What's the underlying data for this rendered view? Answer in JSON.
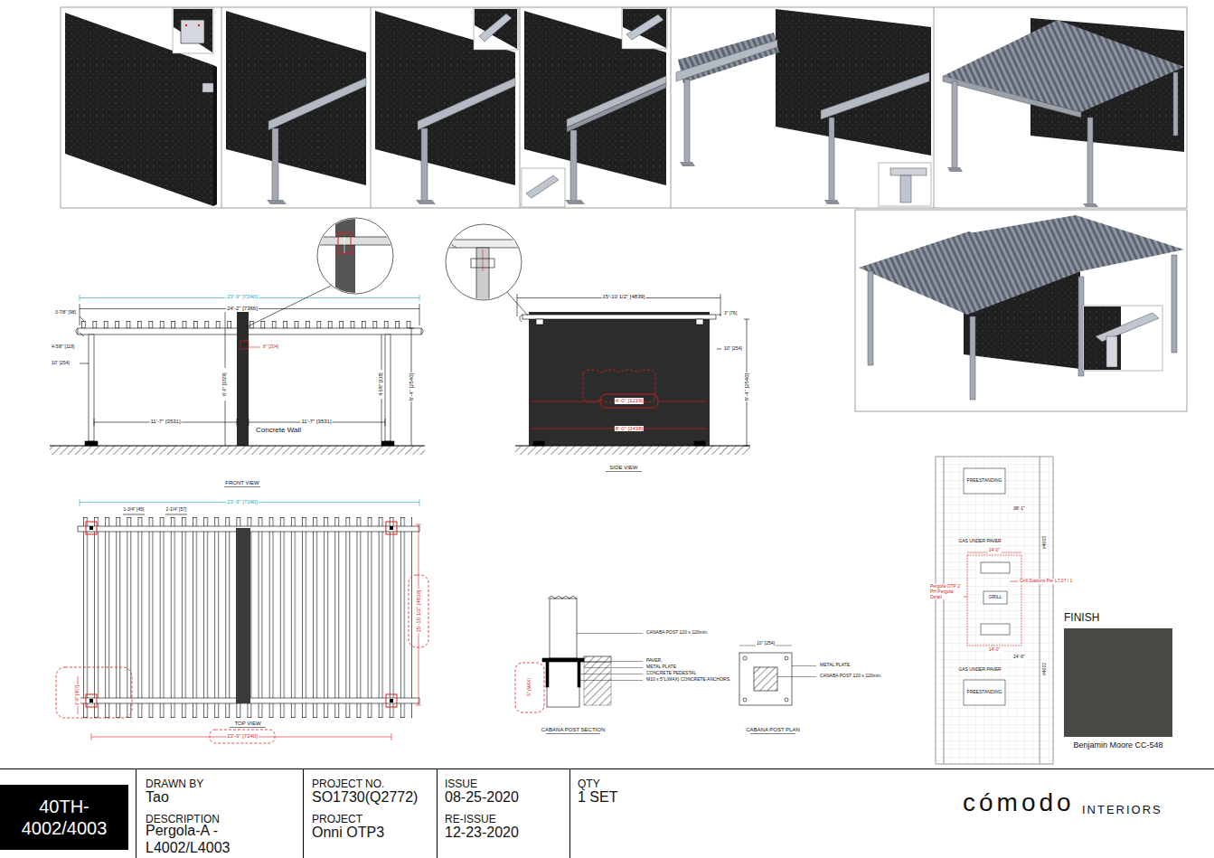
{
  "diagram": {
    "nodes": [
      {
        "text": [
          "FINISH",
          "Benjamin Moore CC-548"
        ]
      },
      {
        "text": [
          "40TH-4002/4003"
        ]
      },
      {
        "text": [
          "DRAWN BY",
          "Tao",
          "DESCRIPTION",
          "Pergola-A -L4002/L4003"
        ]
      },
      {
        "text": [
          "PROJECT NO.",
          "SO1730(Q2772)",
          "PROJECT",
          "Onni OTP3"
        ]
      },
      {
        "text": [
          "ISSUE",
          "08-25-2020",
          "RE-ISSUE",
          "12-23-2020"
        ]
      },
      {
        "text": [
          "QTY",
          "1 SET"
        ]
      }
    ],
    "labels": [
      "FRONT VIEW",
      "SIDE VIEW",
      "TOP VIEW",
      "CABANA POST SECTION",
      "CABANA POST PLAN",
      "Concrete Wall",
      "23'-9\" [7240]",
      "24'-2\" [7366]",
      "11'-7\" [3531]",
      "11'-7\" [3531]",
      "3-7/8\" [98]",
      "4-5/8\" [118]",
      "10\" [254]",
      "8'-4\" [2540]",
      "8\" [204]",
      "6'-0\" [1829]",
      "4-5/8\" [118]",
      "15'-10 1/2\" [4839]",
      "3\" [76]",
      "10\" [254]",
      "8'-4\" [2540]",
      "4'-0\" [1219]",
      "8'-0\" [2438]",
      "23'-9\" [7240]",
      "1-3/4\" [45]",
      "2-1/4\" [57]",
      "15'-10 1/2\" [4839]",
      "23'-9\" [7240]",
      "1'-6\" [457]",
      "CANABA POST 120 x 120mm.",
      "PAVER.",
      "METAL PLATE.",
      "CONCRETE PEDESTAL",
      "M10 x 5\"L(MAX) CONCRETE ANCHORS.",
      "5\" (MAX)",
      "10\" [254]",
      "METAL PLATE.",
      "CANABA POST 120 x 120mm.",
      "FREESTANDING",
      "GAS UNDER PAVER",
      "14'-0\"",
      "38'-1\"",
      "GRILL",
      "Grill Stations Per L7.07 / 1",
      "Pergola OTP 2 PH Pergola Detail",
      "14'-0\"",
      "24'-6\"",
      "GAS UNDER PAVER",
      "FREESTANDING",
      "#4003",
      "#4002",
      "cómodo",
      "INTERIORS"
    ]
  }
}
